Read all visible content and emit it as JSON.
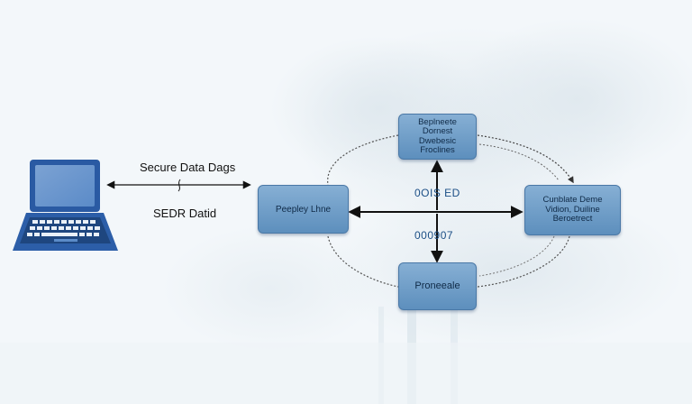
{
  "nodes": {
    "top": [
      "Beplneete",
      "Dornest",
      "Dwebesic",
      "Froclines"
    ],
    "left": [
      "Peepley Lhne"
    ],
    "right": [
      "Cunblate Deme",
      "Vidion, Duiline",
      "Beroetrect"
    ],
    "bottom": [
      "Proneeale"
    ]
  },
  "link": {
    "top_label": "Secure Data Dags",
    "bottom_label": "SEDR Datid"
  },
  "codes": {
    "upper": "0OIS ED",
    "lower": "000907"
  },
  "colors": {
    "node_fill": "#6d9cc8",
    "node_border": "#4a78a6",
    "node_text": "#0f2a47",
    "code_text": "#1c4f86",
    "laptop": "#2a5aa3"
  },
  "icons": {
    "laptop": "laptop-icon"
  }
}
